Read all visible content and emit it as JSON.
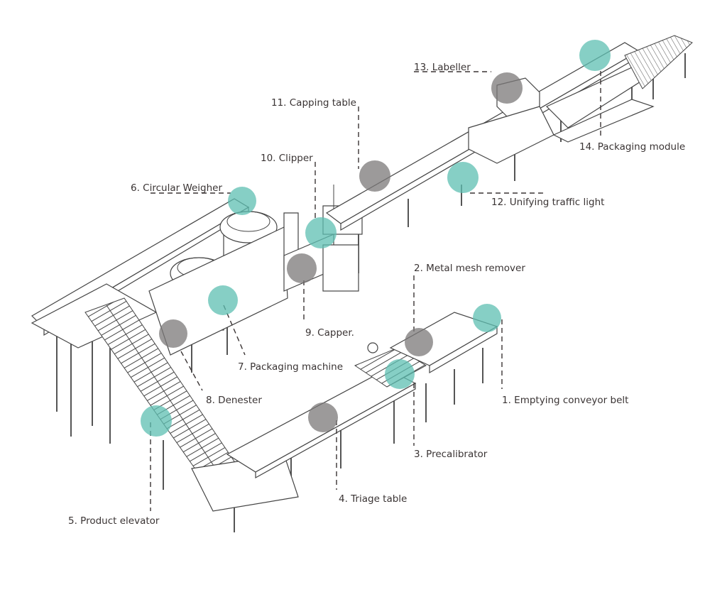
{
  "colors": {
    "teal": "#5dbfb2",
    "gray": "#7b7878",
    "text": "#3a3434"
  },
  "labels": {
    "l1": "1. Emptying conveyor belt",
    "l2": "2. Metal mesh remover",
    "l3": "3. Precalibrator",
    "l4": "4. Triage table",
    "l5": "5. Product elevator",
    "l6": "6. Circular Weigher",
    "l7": "7. Packaging machine",
    "l8": "8. Denester",
    "l9": "9. Capper.",
    "l10": "10. Clipper",
    "l11": "11. Capping table",
    "l12": "12. Unifying traffic light",
    "l13": "13. Labeller",
    "l14": "14. Packaging module"
  }
}
